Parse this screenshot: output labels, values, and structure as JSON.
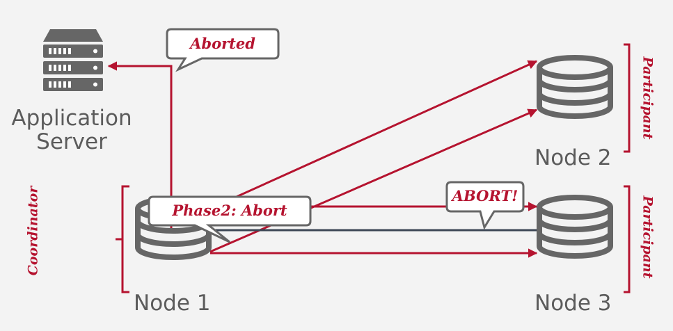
{
  "app_server": {
    "line1": "Application",
    "line2": "Server"
  },
  "nodes": {
    "node1": "Node 1",
    "node2": "Node 2",
    "node3": "Node 3"
  },
  "roles": {
    "coordinator": "Coordinator",
    "participant_top": "Participant",
    "participant_bottom": "Participant"
  },
  "callouts": {
    "aborted": "Aborted",
    "phase2": "Phase2: Abort",
    "abort": "ABORT!"
  },
  "colors": {
    "accent": "#b5132f",
    "gray": "#666666",
    "dark_line": "#3d4756",
    "background": "#f3f3f3"
  }
}
